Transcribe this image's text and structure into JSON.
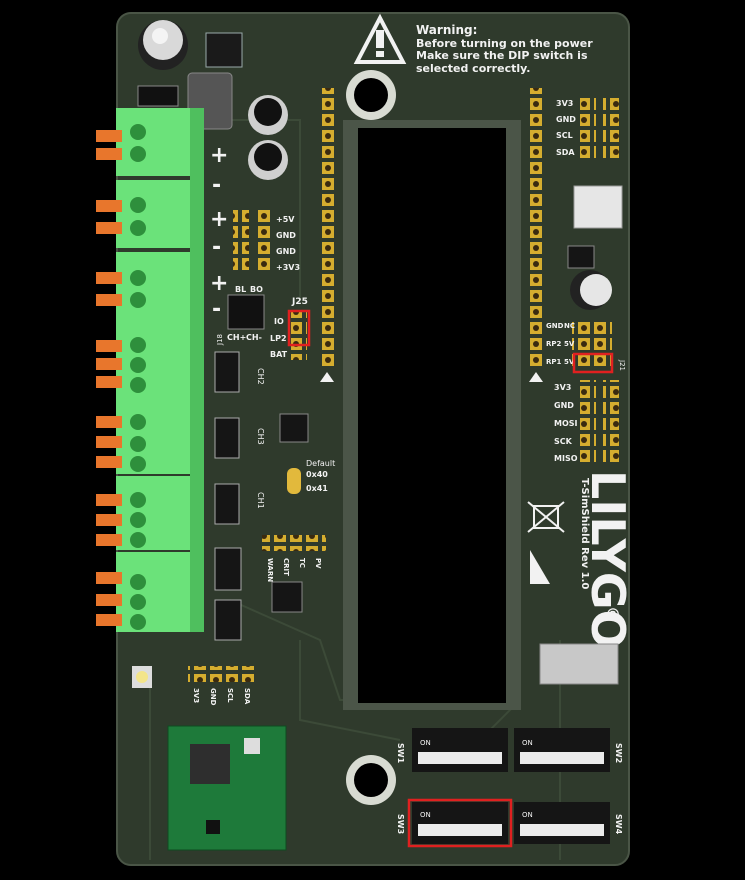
{
  "warning": {
    "title": "Warning:",
    "line1": "Before turning on the power",
    "line2": "Make sure the DIP switch is",
    "line3": "selected correctly."
  },
  "brand": {
    "name": "LILYGO",
    "registered": "®",
    "board": "T-SimShield Rev 1.0"
  },
  "power_header": {
    "labels": [
      "+5V",
      "GND",
      "GND",
      "+3V3"
    ]
  },
  "terminal_signs": [
    "+",
    "-",
    "+",
    "-",
    "+",
    "-"
  ],
  "boot": {
    "labels": [
      "BL",
      "BO"
    ]
  },
  "channel_labels": {
    "pos": "CH+",
    "neg": "CH-",
    "j18": "J18"
  },
  "j25": {
    "label": "J25",
    "pins": [
      "IO",
      "LP2",
      "BAT"
    ]
  },
  "regulator_labels": [
    "CH2",
    "CH3",
    "CH1"
  ],
  "i2c_addr": {
    "default": "Default",
    "a": "0x40",
    "b": "0x41"
  },
  "status_header": {
    "labels": [
      "WARN",
      "CRIT",
      "TC",
      "PV"
    ]
  },
  "bottom_header": {
    "labels": [
      "3V3",
      "GND",
      "SCL",
      "SDA"
    ]
  },
  "right_i2c": {
    "labels": [
      "3V3",
      "GND",
      "SCL",
      "SDA"
    ]
  },
  "right_select": {
    "labels": [
      "GND",
      "NC",
      "RP2",
      "5V",
      "RP1",
      "5V"
    ],
    "jumper": "J21"
  },
  "right_spi": {
    "labels": [
      "3V3",
      "GND",
      "MOSI",
      "SCK",
      "MISO"
    ]
  },
  "dip": {
    "on": "ON",
    "sw1": "SW1",
    "sw2": "SW2",
    "sw3": "SW3",
    "sw4": "SW4"
  },
  "colors": {
    "background": "#000000",
    "pcb": "#2f3a2c",
    "terminal": "#6be27a",
    "lever": "#e8762c",
    "highlight": "#e02020",
    "silkscreen": "#f2f2f2",
    "pad": "#c9a227"
  },
  "highlights": [
    "J25 IO pin",
    "J21 RP1 jumper",
    "SW3 DIP switch"
  ]
}
